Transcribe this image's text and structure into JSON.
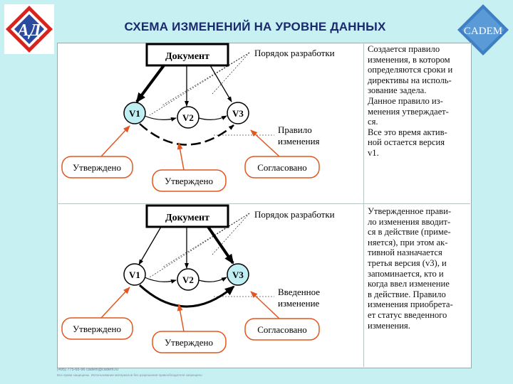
{
  "header": {
    "title": "СХЕМА ИЗМЕНЕНИЙ НА УРОВНЕ ДАННЫХ",
    "logo_left_text": "АД",
    "logo_right_text": "CADEM"
  },
  "panels": [
    {
      "document_label": "Документ",
      "v1": "V1",
      "v2": "V2",
      "v3": "V3",
      "order_label": "Порядок разработки",
      "rule_label_1": "Правило",
      "rule_label_2": "изменения",
      "approved_1": "Утверждено",
      "approved_2": "Утверждено",
      "agreed": "Согласовано",
      "description": [
        "Создается правило",
        "изменения, в котором",
        "определяются сроки и",
        "директивы на исполь-",
        "зование задела.",
        "Данное правило из-",
        "менения утверждает-",
        "ся.",
        "Все это время актив-",
        "ной остается версия",
        "v1."
      ]
    },
    {
      "document_label": "Документ",
      "v1": "V1",
      "v2": "V2",
      "v3": "V3",
      "order_label": "Порядок разработки",
      "rule_label_1": "Введенное",
      "rule_label_2": "изменение",
      "approved_1": "Утверждено",
      "approved_2": "Утверждено",
      "agreed": "Согласовано",
      "description": [
        "Утвержденное прави-",
        "ло изменения вводит-",
        "ся в действие (приме-",
        "няется), при этом ак-",
        "тивной назначается",
        "третья версия (v3), и",
        "запоминается, кто и",
        "когда ввел изменение",
        "в действие. Правило",
        "изменения приобрета-",
        "ет статус введенного",
        "изменения."
      ]
    }
  ],
  "footer": {
    "line1": "(495) 775-65-96  cadem@cadem.ru",
    "line2": "Все права защищены. Использование материалов без разрешения правообладателя запрещено"
  },
  "colors": {
    "background": "#c7f0f3",
    "accent_red": "#e2571f",
    "title": "#1a2a6c",
    "active_version": "#bfeef3"
  }
}
